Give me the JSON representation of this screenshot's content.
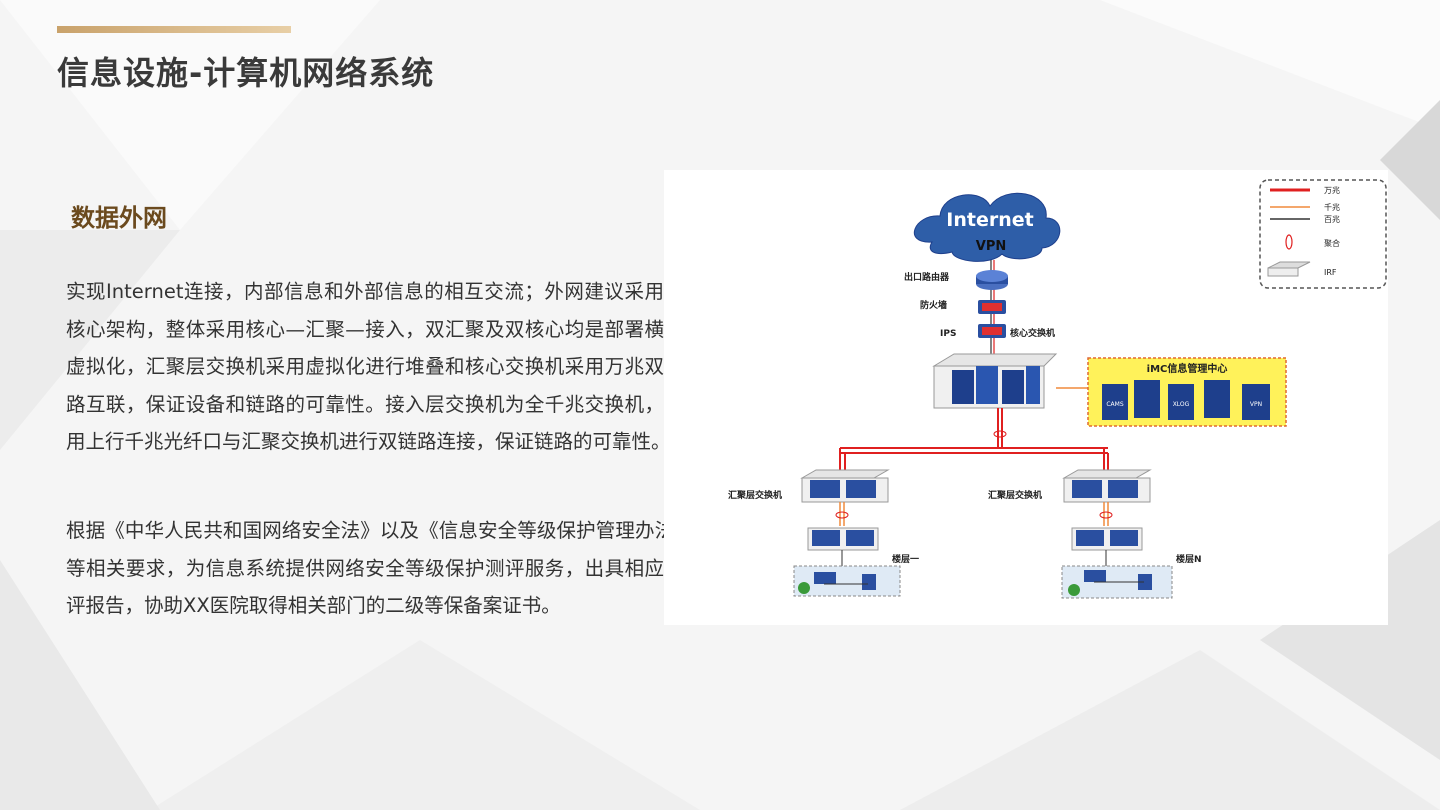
{
  "header": {
    "title": "信息设施-计算机网络系统"
  },
  "section": {
    "heading": "数据外网",
    "paragraph1": "实现Internet连接，内部信息和外部信息的相互交流；外网建议采用双核心架构，整体采用核心—汇聚—接入，双汇聚及双核心均是部署横向虚拟化，汇聚层交换机采用虚拟化进行堆叠和核心交换机采用万兆双链路互联，保证设备和链路的可靠性。接入层交换机为全千兆交换机，采用上行千兆光纤口与汇聚交换机进行双链路连接，保证链路的可靠性。",
    "paragraph2": "根据《中华人民共和国网络安全法》以及《信息安全等级保护管理办法》等相关要求，为信息系统提供网络安全等级保护测评服务，出具相应测评报告，协助XX医院取得相关部门的二级等保备案证书。"
  },
  "diagram": {
    "cloud_title": "Internet",
    "cloud_sub": "VPN",
    "router_label": "出口路由器",
    "firewall_label": "防火墙",
    "ips_label": "IPS",
    "core_label": "核心交换机",
    "imc_label": "iMC信息管理中心",
    "imc_items": [
      "CAMS",
      "",
      "XLOG",
      "",
      "VPN"
    ],
    "agg_left_label": "汇聚层交换机",
    "agg_right_label": "汇聚层交换机",
    "floor_left_label": "楼层一",
    "floor_right_label": "楼层N",
    "legend": {
      "items": [
        "万兆",
        "千兆",
        "百兆",
        "聚合",
        "IRF"
      ],
      "colors": [
        "#e02020",
        "#f08a3c",
        "#333333",
        "#e02020",
        "#aaaaaa"
      ]
    }
  },
  "colors": {
    "accent": "#c9a26b",
    "heading": "#6b4a1e",
    "title": "#3a3a3a",
    "device": "#1e3f8c"
  }
}
